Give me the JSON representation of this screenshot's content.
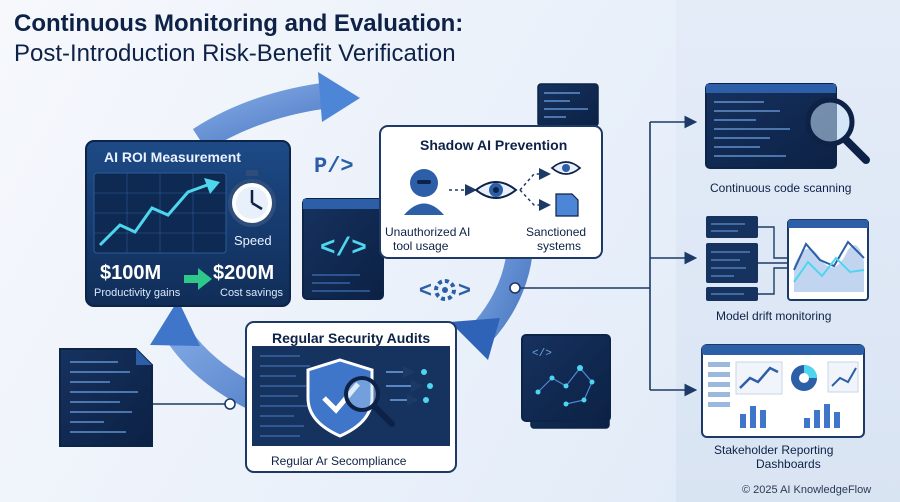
{
  "header": {
    "title_line1": "Continuous Monitoring and Evaluation:",
    "title_line2": "Post-Introduction Risk-Benefit Verification"
  },
  "roi_panel": {
    "title": "AI ROI Measurement",
    "speed_label": "Speed",
    "value_left": "$100M",
    "value_right": "$200M",
    "caption_left": "Productivity gains",
    "caption_right": "Cost savings"
  },
  "shadow_panel": {
    "title": "Shadow AI Prevention",
    "left_line1": "Unauthorized AI",
    "left_line2": "tool usage",
    "right_line1": "Sanctioned",
    "right_line2": "systems"
  },
  "code_glyph": "P/>",
  "audit_panel": {
    "title": "Regular Security Audits",
    "footer": "Regular Ar Secompliance"
  },
  "right_items": {
    "scan": "Continuous code scanning",
    "drift": "Model drift monitoring",
    "report_line1": "Stakeholder Reporting",
    "report_line2": "Dashboards"
  },
  "footer": {
    "copyright": "© 2025 AI KnowledgeFlow"
  },
  "colors": {
    "navy": "#0d2246",
    "panel_dark": "#163866",
    "accent_blue": "#2d6fd1",
    "arrow_blue": "#4d86d6",
    "cyan": "#4fd6ef",
    "green": "#2ec88a"
  },
  "icons": [
    "stopwatch-icon",
    "eye-icon",
    "person-icon",
    "document-icon",
    "shield-check-icon",
    "magnifier-icon",
    "gear-code-icon",
    "constellation-icon",
    "line-chart-icon",
    "pie-chart-icon",
    "bar-chart-icon"
  ]
}
